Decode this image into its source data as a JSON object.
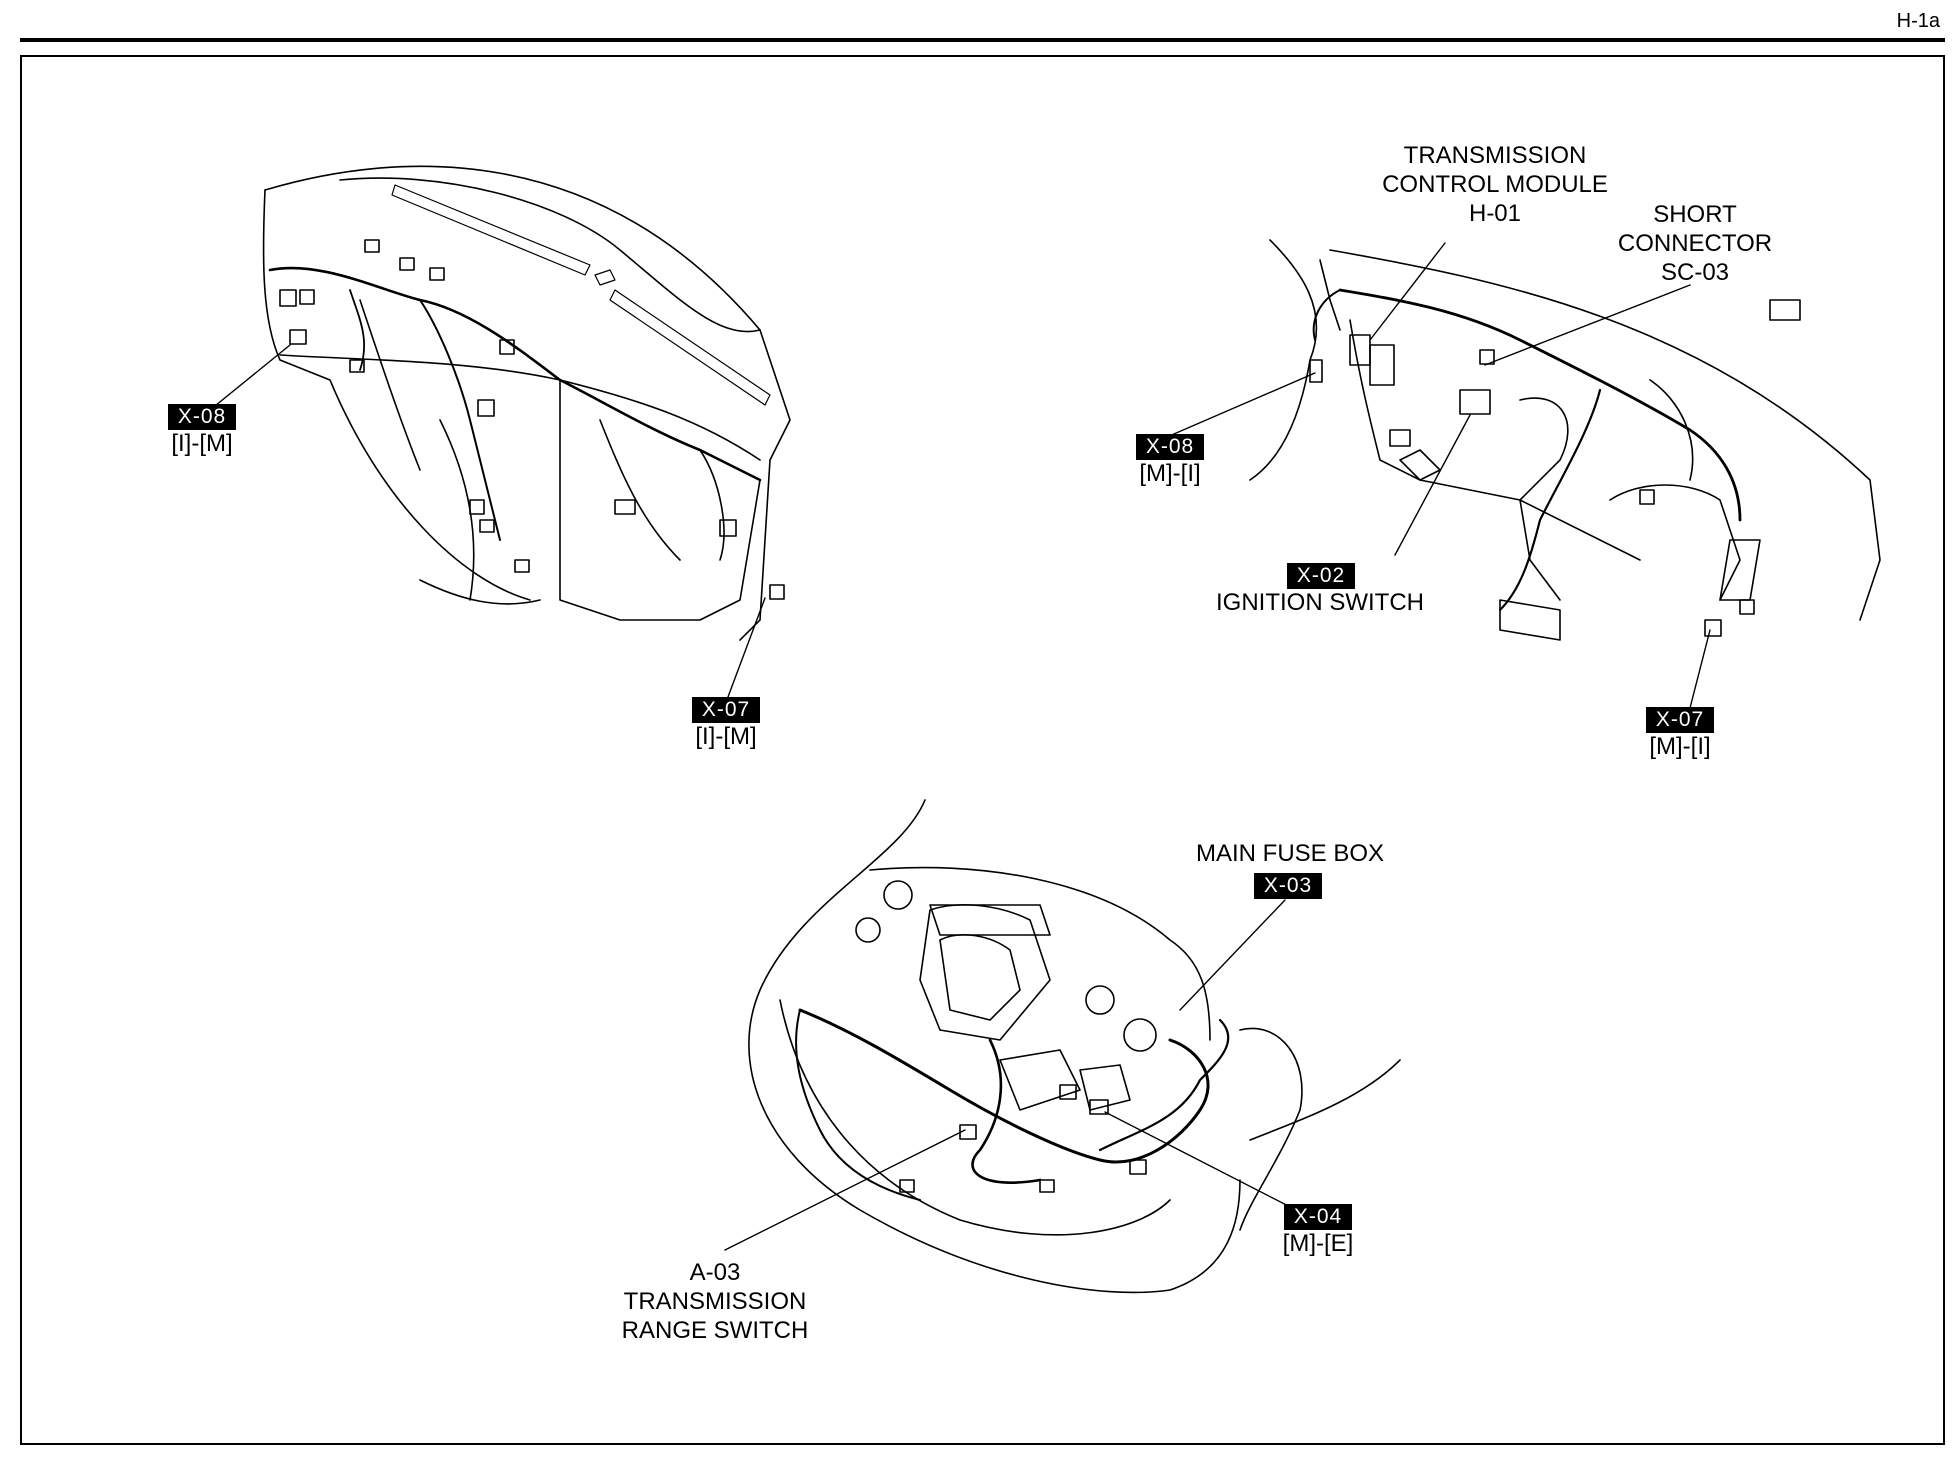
{
  "page": {
    "id": "H-1a"
  },
  "connectors": [
    {
      "key": "dash_x08",
      "code": "X-08",
      "mating": "[I]-[M]"
    },
    {
      "key": "dash_x07",
      "code": "X-07",
      "mating": "[I]-[M]"
    },
    {
      "key": "cabin_x08",
      "code": "X-08",
      "mating": "[M]-[I]"
    },
    {
      "key": "cabin_x02",
      "code": "X-02",
      "label": "IGNITION SWITCH"
    },
    {
      "key": "cabin_x07",
      "code": "X-07",
      "mating": "[M]-[I]"
    },
    {
      "key": "engine_x03",
      "code": "X-03",
      "label": "MAIN FUSE BOX"
    },
    {
      "key": "engine_x04",
      "code": "X-04",
      "mating": "[M]-[E]"
    }
  ],
  "labels": {
    "tcm": {
      "line1": "TRANSMISSION",
      "line2": "CONTROL MODULE",
      "line3": "H-01"
    },
    "short_connector": {
      "line1": "SHORT",
      "line2": "CONNECTOR",
      "line3": "SC-03"
    },
    "range_switch": {
      "line1": "A-03",
      "line2": "TRANSMISSION",
      "line3": "RANGE SWITCH"
    }
  }
}
